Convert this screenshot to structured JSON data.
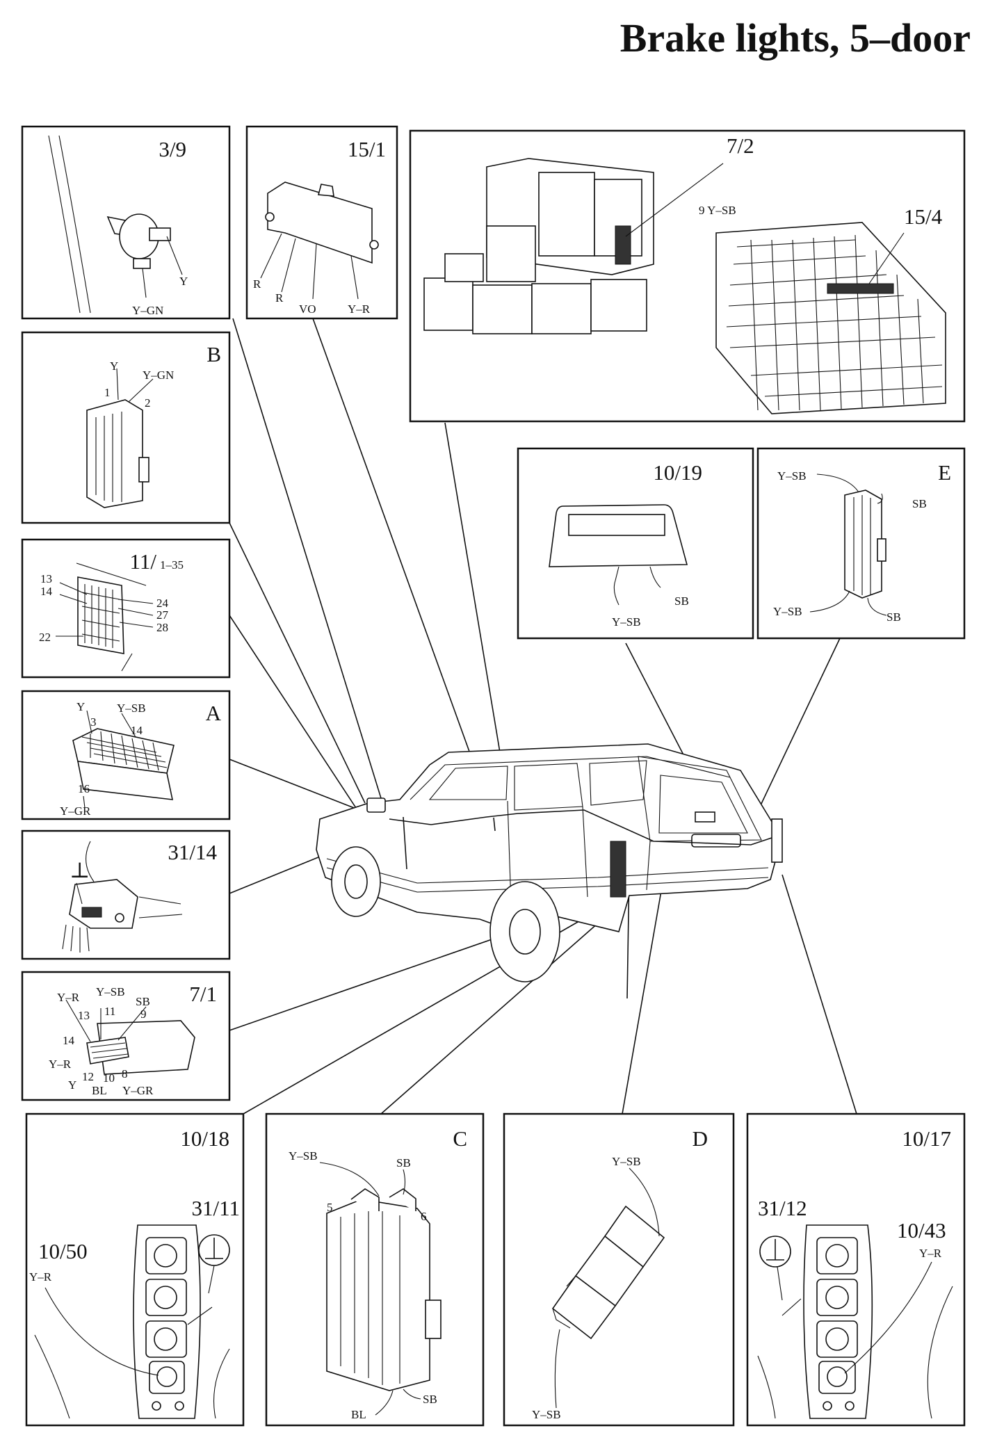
{
  "title": "Brake lights, 5–door",
  "panels": {
    "p39": {
      "label": "3/9",
      "wires": [
        "Y",
        "Y–GN"
      ]
    },
    "p151": {
      "label": "15/1",
      "wires": [
        "R",
        "R",
        "VO",
        "Y–R"
      ]
    },
    "p72": {
      "label": "7/2",
      "label2": "15/4",
      "wires": [
        "9 Y–SB"
      ]
    },
    "pB": {
      "label": "B",
      "wires": [
        "Y",
        "Y–GN",
        "1",
        "2"
      ]
    },
    "p11": {
      "label": "11/",
      "sub": "1–35",
      "pins": [
        "13",
        "14",
        "22",
        "24",
        "27",
        "28"
      ]
    },
    "pA": {
      "label": "A",
      "wires": [
        "Y",
        "Y–SB",
        "3",
        "14",
        "16",
        "Y–GR"
      ]
    },
    "p3114": {
      "label": "31/14",
      "ground": "⊥"
    },
    "p71": {
      "label": "7/1",
      "wires": [
        "Y–R",
        "Y–SB",
        "SB",
        "13",
        "11",
        "9",
        "14",
        "Y–R",
        "Y",
        "12",
        "10",
        "8",
        "BL",
        "Y–GR"
      ]
    },
    "p1019": {
      "label": "10/19",
      "wires": [
        "SB",
        "Y–SB"
      ]
    },
    "pE": {
      "label": "E",
      "wires": [
        "Y–SB",
        "SB",
        "Y–SB",
        "SB"
      ]
    },
    "p1018": {
      "label": "10/18",
      "label2": "31/11",
      "label3": "10/50",
      "wires": [
        "Y–R"
      ]
    },
    "pC": {
      "label": "C",
      "wires": [
        "Y–SB",
        "SB",
        "5",
        "6",
        "BL",
        "SB"
      ]
    },
    "pD": {
      "label": "D",
      "wires": [
        "Y–SB",
        "Y–SB"
      ]
    },
    "p1017": {
      "label": "10/17",
      "label2": "31/12",
      "label3": "10/43",
      "wires": [
        "Y–R"
      ]
    }
  }
}
